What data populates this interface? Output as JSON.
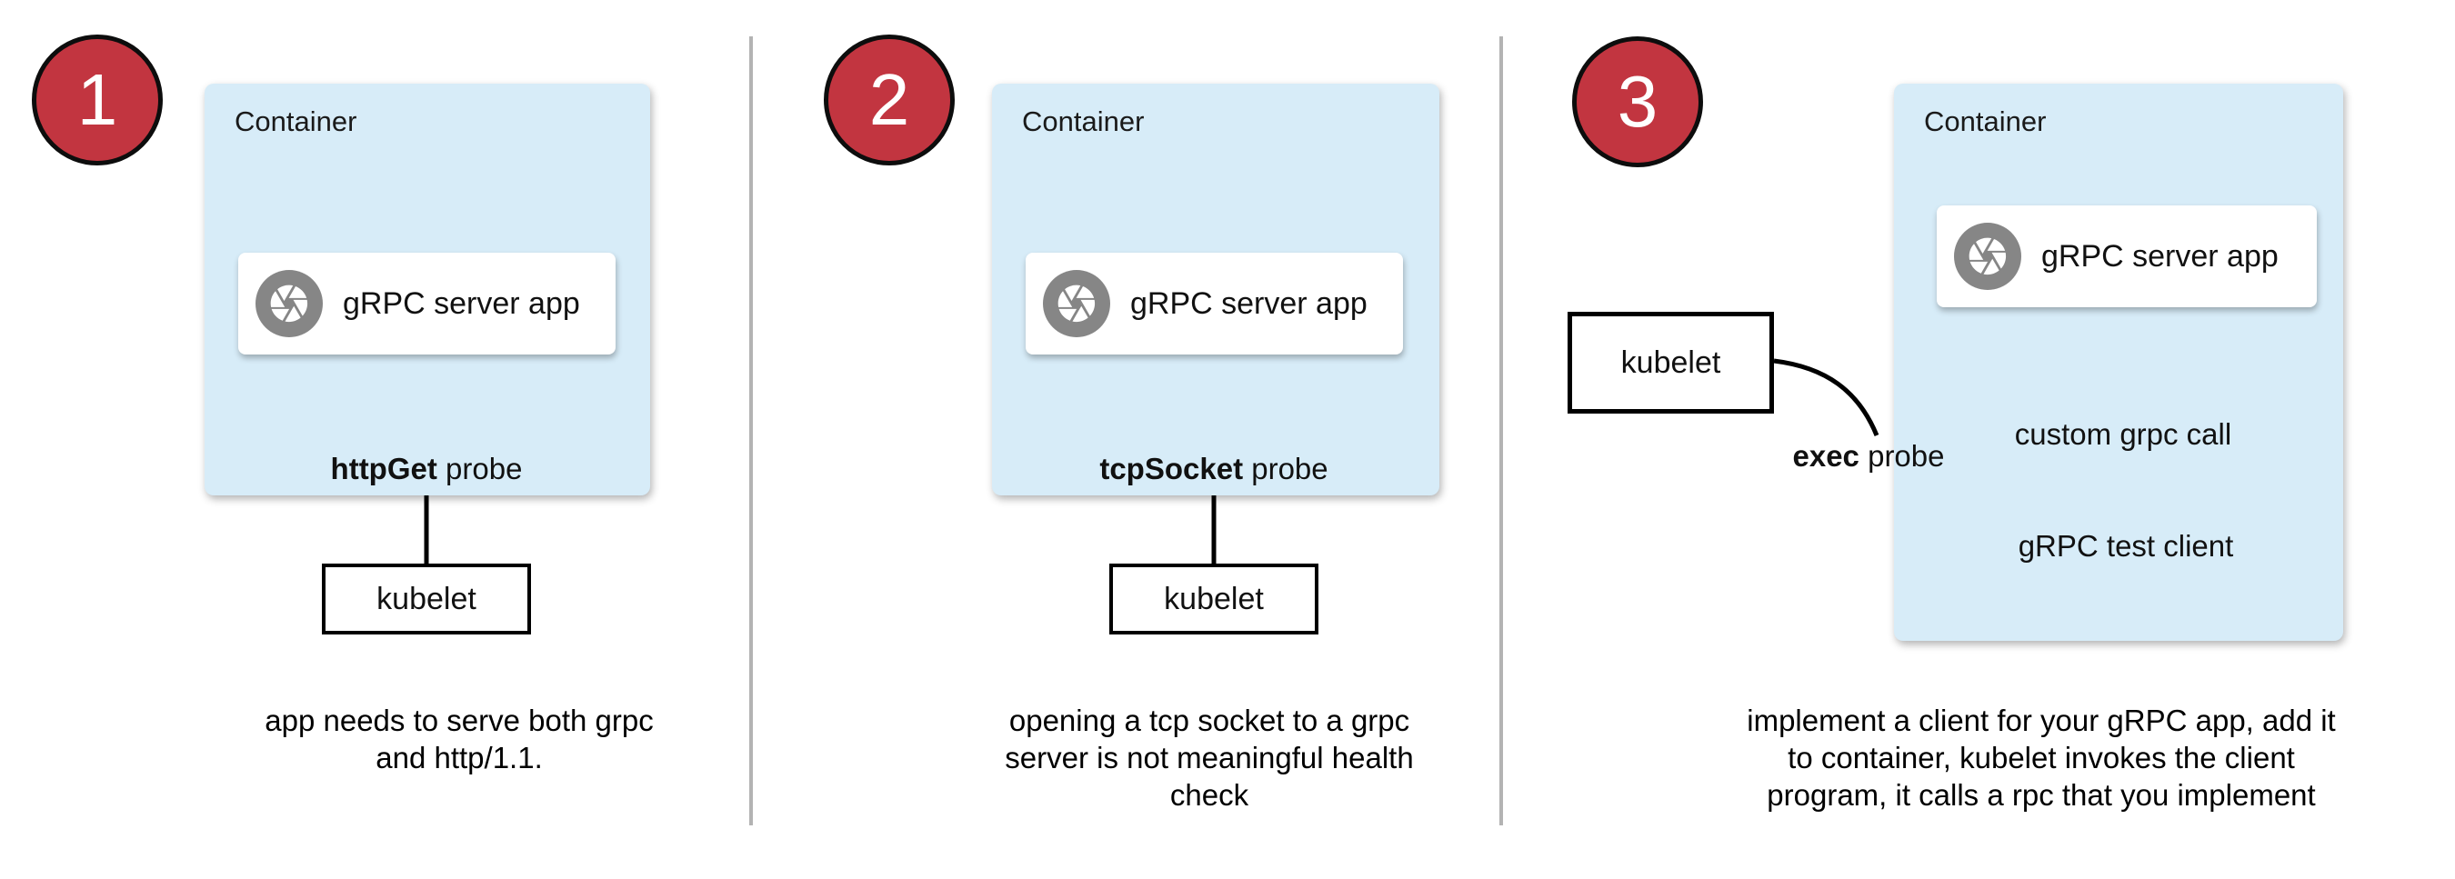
{
  "panels": [
    {
      "number": "1",
      "container_label": "Container",
      "app_label": "gRPC server app",
      "app_icon": "aperture-icon",
      "probe_bold": "httpGet",
      "probe_rest": " probe",
      "kubelet_label": "kubelet",
      "caption_lines": [
        "app needs to serve both grpc",
        "and http/1.1."
      ]
    },
    {
      "number": "2",
      "container_label": "Container",
      "app_label": "gRPC server app",
      "app_icon": "aperture-icon",
      "probe_bold": "tcpSocket",
      "probe_rest": " probe",
      "kubelet_label": "kubelet",
      "caption_lines": [
        "opening a tcp socket to a grpc",
        "server is not meaningful health",
        "check"
      ]
    },
    {
      "number": "3",
      "container_label": "Container",
      "app_label": "gRPC server app",
      "app_icon": "aperture-icon",
      "probe_bold": "exec",
      "probe_rest": " probe",
      "kubelet_label": "kubelet",
      "call_label": "custom grpc call",
      "client_label": "gRPC test client",
      "caption_lines": [
        "implement a client for your gRPC app, add it",
        "to container, kubelet invokes the client",
        "program, it calls a rpc that you implement"
      ]
    }
  ],
  "colors": {
    "badge_red": "#c23540",
    "container_blue": "#d7ecf8",
    "divider_gray": "#b3b3b3",
    "icon_gray": "#868686"
  }
}
